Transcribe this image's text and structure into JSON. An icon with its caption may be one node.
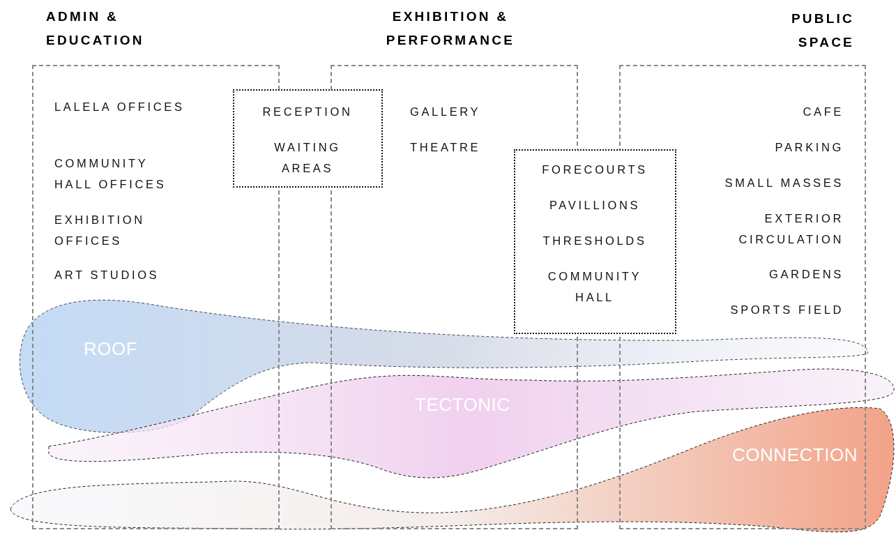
{
  "diagram": {
    "nodes": [
      {
        "text": [
          "ADMIN & EDUCATION",
          "LALELA OFFICES",
          "COMMUNITY HALL OFFICES",
          "EXHIBITION OFFICES",
          "ART STUDIOS"
        ]
      },
      {
        "text": [
          "EXHIBITION & PERFORMANCE",
          "GALLERY",
          "THEATRE"
        ]
      },
      {
        "text": [
          "PUBLIC SPACE",
          "CAFE",
          "PARKING",
          "SMALL MASSES",
          "EXTERIOR CIRCULATION",
          "GARDENS",
          "SPORTS FIELD"
        ]
      },
      {
        "text": [
          "RECEPTION",
          "WAITING AREAS"
        ]
      },
      {
        "text": [
          "FORECOURTS",
          "PAVILLIONS",
          "THRESHOLDS",
          "COMMUNITY HALL"
        ]
      },
      {
        "text": [
          "ROOF"
        ]
      },
      {
        "text": [
          "TECTONIC"
        ]
      },
      {
        "text": [
          "CONNECTION"
        ]
      }
    ]
  }
}
